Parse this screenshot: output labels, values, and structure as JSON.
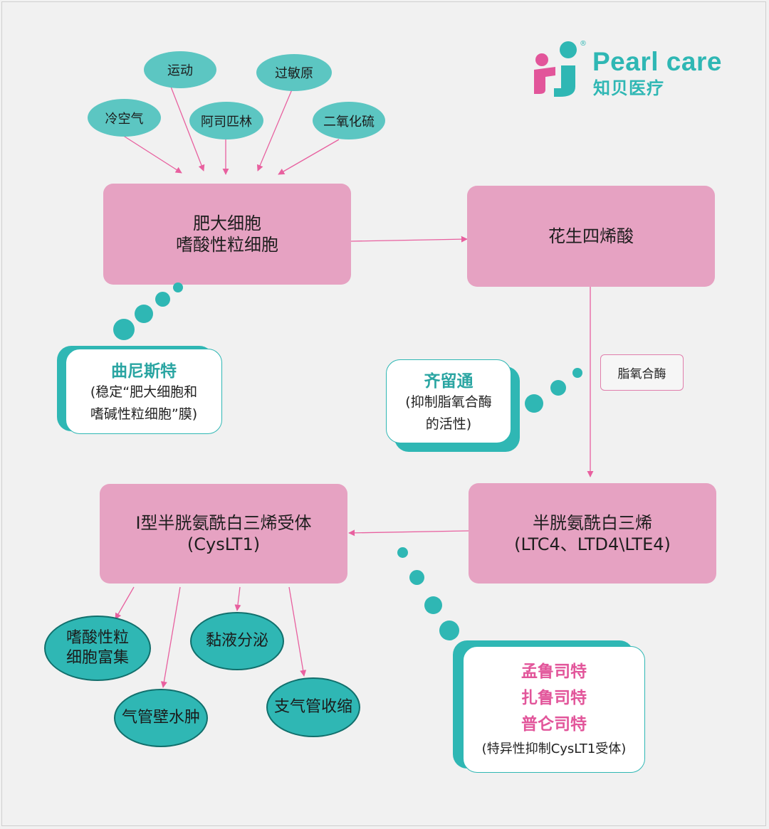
{
  "brand": {
    "name_en": "Pearl care",
    "name_cn": "知贝医疗",
    "registered_mark": "®",
    "colors": {
      "pink": "#e6a2c2",
      "teal": "#2fb7b4",
      "magenta": "#e2559a"
    }
  },
  "triggers": [
    "运动",
    "过敏原",
    "冷空气",
    "阿司匹林",
    "二氧化硫"
  ],
  "nodes": {
    "mast_cell": {
      "line1": "肥大细胞",
      "line2": "嗜酸性粒细胞"
    },
    "arachidonic": {
      "label": "花生四烯酸"
    },
    "leukotriene": {
      "line1": "半胱氨酰白三烯",
      "line2": "(LTC4、LTD4\\LTE4)"
    },
    "receptor": {
      "line1": "Ⅰ型半胱氨酰白三烯受体",
      "line2": "(CysLT1)"
    }
  },
  "enzyme_label": "脂氧合酶",
  "drugs": {
    "cromolyn": {
      "title": "曲尼斯特",
      "line1": "(稳定“肥大细胞和",
      "line2": "嗜碱性粒细胞”膜)"
    },
    "zileuton": {
      "title": "齐留通",
      "line1": "(抑制脂氧合酶",
      "line2": "的活性)"
    },
    "lukasts": {
      "names": [
        "孟鲁司特",
        "扎鲁司特",
        "普仑司特"
      ],
      "note": "(特异性抑制CysLT1受体)"
    }
  },
  "effects": {
    "eos": {
      "line1": "嗜酸性粒",
      "line2": "细胞富集"
    },
    "mucus": "黏液分泌",
    "edema": "气管壁水肿",
    "broncho": "支气管收缩"
  }
}
